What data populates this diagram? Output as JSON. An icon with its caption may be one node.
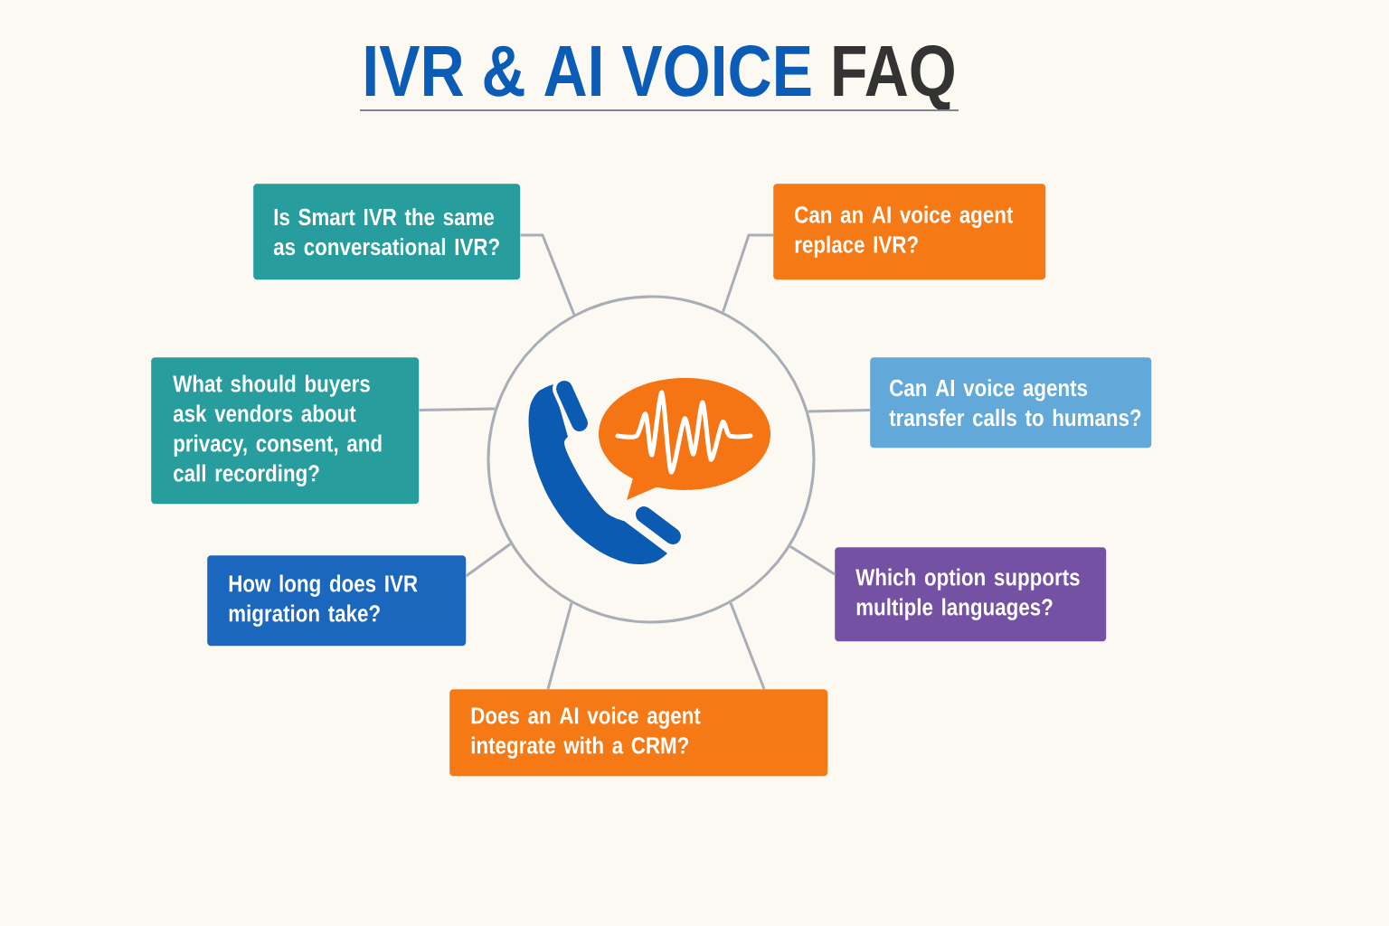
{
  "diagram": {
    "title": "IVR & AI VOICE FAQ",
    "nodes": [
      {
        "text": [
          "Is Smart IVR the same as conversational IVR?"
        ]
      },
      {
        "text": [
          "Can an AI voice agent replace IVR?"
        ]
      },
      {
        "text": [],
        "shape": "circle"
      },
      {
        "text": [
          "What should buyers ask vendors about privacy, consent, and call recording?"
        ]
      },
      {
        "text": [
          "Can AI voice agents transfer calls to humans?"
        ]
      },
      {
        "text": [
          "How long does IVR migration take?"
        ]
      },
      {
        "text": [
          "Which option supports multiple languages?"
        ]
      },
      {
        "text": [
          "Does an AI voice agent integrate with a CRM?"
        ]
      }
    ],
    "edges": [
      {
        "from": 2,
        "to": 0,
        "arrow": "none"
      },
      {
        "from": 2,
        "to": 1,
        "arrow": "none"
      },
      {
        "from": 2,
        "to": 3,
        "arrow": "none"
      },
      {
        "from": 2,
        "to": 4,
        "arrow": "none"
      },
      {
        "from": 2,
        "to": 5,
        "arrow": "none"
      },
      {
        "from": 2,
        "to": 6,
        "arrow": "none"
      },
      {
        "from": 2,
        "to": 7,
        "arrow": "none"
      },
      {
        "from": 2,
        "to": 7,
        "arrow": "none"
      }
    ]
  }
}
